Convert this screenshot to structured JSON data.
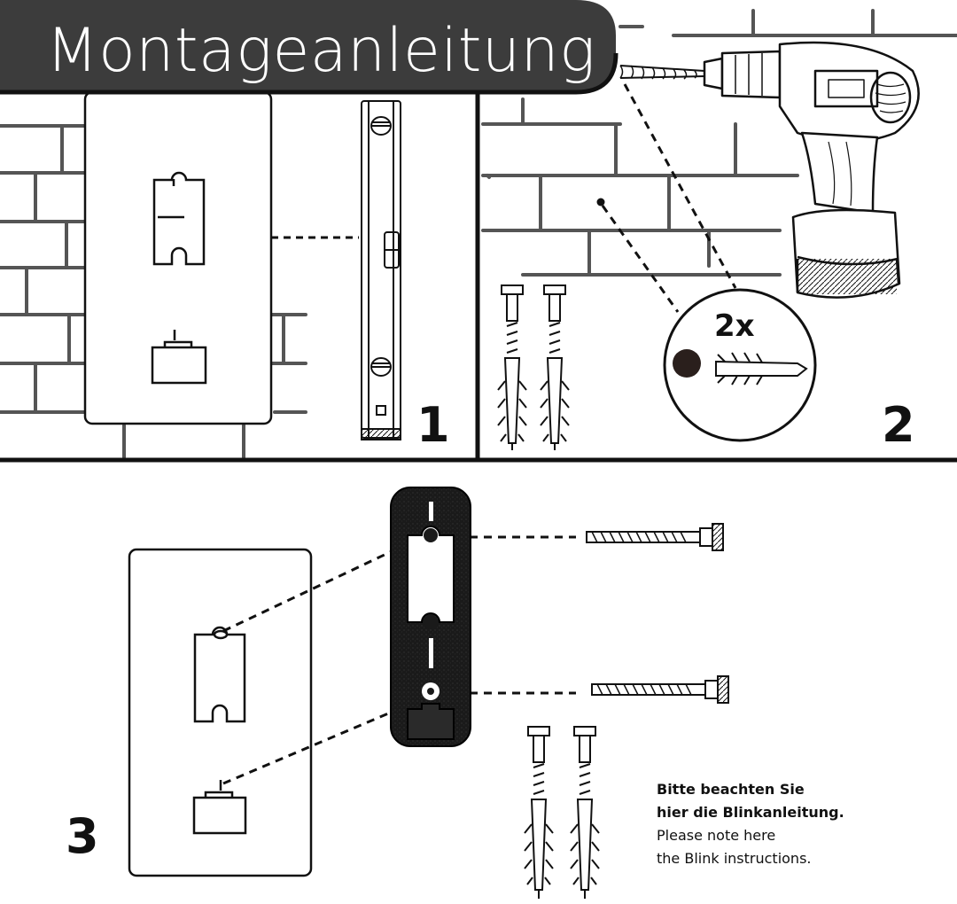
{
  "title": "Montageanleitung",
  "colors": {
    "title_bar": "#3c3c3c",
    "line": "#111111",
    "mount": "#1a1a1a"
  },
  "panel1": {
    "step_number": "1"
  },
  "panel2": {
    "step_number": "2",
    "count_label": "2x"
  },
  "panel3": {
    "step_number": "3",
    "note": {
      "de_line1": "Bitte beachten Sie",
      "de_line2": "hier die Blinkanleitung.",
      "en_line1": "Please note here",
      "en_line2": "the Blink instructions."
    }
  },
  "icons": [
    "brick-wall",
    "spirit-level",
    "cordless-drill",
    "wall-plug",
    "screw",
    "mounting-bracket"
  ]
}
